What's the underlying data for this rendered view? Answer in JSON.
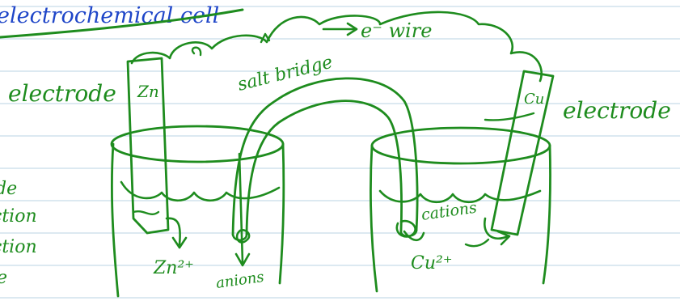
{
  "colors": {
    "ink_blue": "#1f46c8",
    "ink_green": "#1e8c1e",
    "ruled_line": "#b9d3e3"
  },
  "labels": {
    "title": "electrochemical cell",
    "electron_wire": "e⁻ wire",
    "salt_bridge": "salt bridge",
    "left_electrode": "electrode",
    "right_electrode": "electrode",
    "zn_rod": "Zn",
    "cu_rod": "Cu",
    "zn_ion": "Zn²⁺",
    "cu_ion": "Cu²⁺",
    "anions": "anions",
    "cations": "cations",
    "margin_fragments": [
      "de",
      "ction",
      "ction",
      "e"
    ]
  }
}
